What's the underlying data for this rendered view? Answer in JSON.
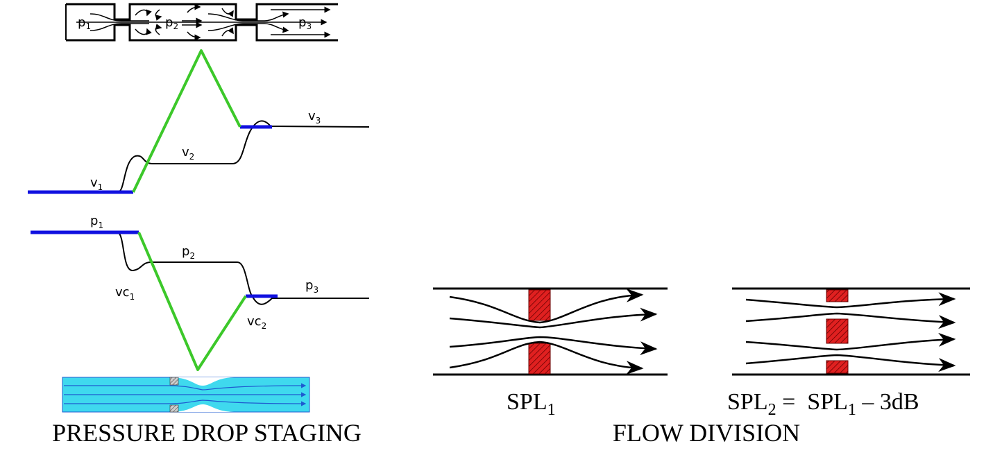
{
  "staging": {
    "pipe_labels": {
      "p1": "p",
      "p1_sub": "1",
      "p2": "p",
      "p2_sub": "2",
      "p3": "p",
      "p3_sub": "3"
    },
    "velocity_labels": {
      "v1": "v",
      "v1_sub": "1",
      "v2": "v",
      "v2_sub": "2",
      "v3": "v",
      "v3_sub": "3"
    },
    "pressure_labels": {
      "p1": "p",
      "p1_sub": "1",
      "p2": "p",
      "p2_sub": "2",
      "p3": "p",
      "p3_sub": "3"
    },
    "vena_contracta_labels": {
      "vc1": "vc",
      "vc1_sub": "1",
      "vc2": "vc",
      "vc2_sub": "2"
    },
    "caption": "PRESSURE DROP STAGING"
  },
  "division": {
    "left_label": "SPL",
    "left_label_sub": "1",
    "right_label_a": "SPL",
    "right_label_a_sub": "2",
    "right_label_eq": " =  ",
    "right_label_b": "SPL",
    "right_label_b_sub": "1",
    "right_label_tail": " – 3dB",
    "caption": "FLOW DIVISION"
  },
  "colors": {
    "highlight_blue": "#1010e0",
    "highlight_green": "#3cc82a",
    "line_black": "#000000",
    "obstruction_red": "#e02020",
    "flow_fill": "#3fd9ee",
    "flow_line": "#1e5ad0"
  }
}
